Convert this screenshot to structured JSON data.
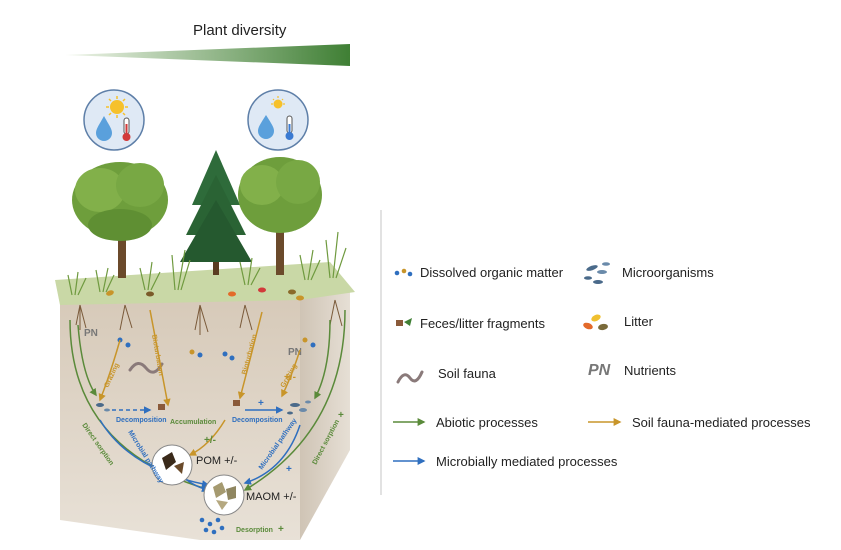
{
  "title": "Plant diversity",
  "legend": {
    "dom": "Dissolved organic matter",
    "microorganisms": "Microorganisms",
    "feces": "Feces/litter fragments",
    "litter": "Litter",
    "soil_fauna": "Soil fauna",
    "nutrients": "Nutrients",
    "abiotic": "Abiotic processes",
    "fauna_mediated": "Soil fauna-mediated processes",
    "microbial": "Microbially mediated processes"
  },
  "process_labels": {
    "grazing_left": "Grazing",
    "bioturbation_left": "Bioturbation",
    "decomposition_left": "Decomposition",
    "accumulation": "Accumulation",
    "direct_sorption_left": "Direct sorption",
    "microbial_pathway_left": "Microbial pathway",
    "bioturbation_right": "Bioturbation",
    "grazing_right": "Grazing",
    "decomposition_right": "Decomposition",
    "microbial_pathway_right": "Microbial pathway",
    "direct_sorption_right": "Direct sorption",
    "desorption": "Desorption"
  },
  "pools": {
    "pom": "POM +/-",
    "maom": "MAOM +/-"
  },
  "signs": {
    "plus": "+",
    "plusminus": "+/-",
    "pn": "PN"
  },
  "colors": {
    "abiotic": "#5a8a3a",
    "fauna": "#c8952a",
    "microbial": "#2f6fbf",
    "gradient_start": "#e6f0dc",
    "gradient_end": "#4a8a3a",
    "soil": "#d9cfc2"
  },
  "icons": [
    "sun-icon",
    "water-drop-icon",
    "thermometer-icon",
    "tree-icon",
    "conifer-icon",
    "worm-icon",
    "leaf-icon"
  ]
}
